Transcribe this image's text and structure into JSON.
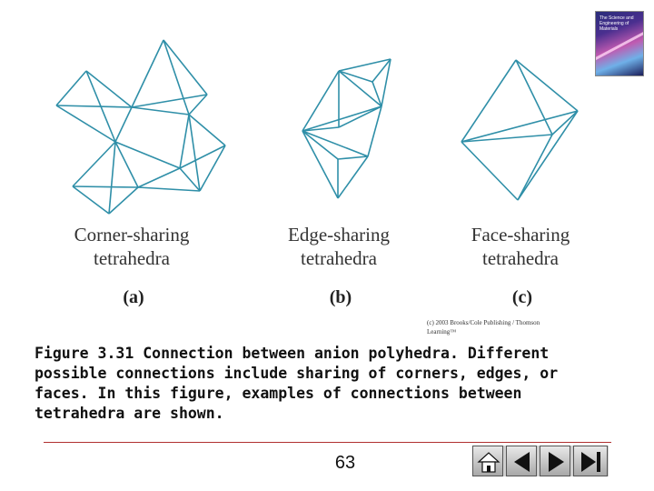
{
  "diagram": {
    "labels": [
      {
        "line1": "Corner-sharing",
        "line2": "tetrahedra",
        "letter": "(a)"
      },
      {
        "line1": "Edge-sharing",
        "line2": "tetrahedra",
        "letter": "(b)"
      },
      {
        "line1": "Face-sharing",
        "line2": "tetrahedra",
        "letter": "(c)"
      }
    ],
    "line_color": "#2f8fa8"
  },
  "copyright": "(c) 2003 Brooks/Cole Publishing / Thomson Learning™",
  "caption": "Figure 3.31 Connection between anion polyhedra. Different possible connections include sharing of corners, edges, or faces. In this figure, examples of connections between tetrahedra are shown.",
  "footer": {
    "page_number": "63",
    "nav": {
      "home": "home-icon",
      "first": "first-slide-icon",
      "prev": "previous-slide-icon",
      "next": "next-slide-icon",
      "last": "last-slide-icon"
    }
  },
  "book_cover": {
    "title_text": "The Science and Engineering of Materials"
  }
}
